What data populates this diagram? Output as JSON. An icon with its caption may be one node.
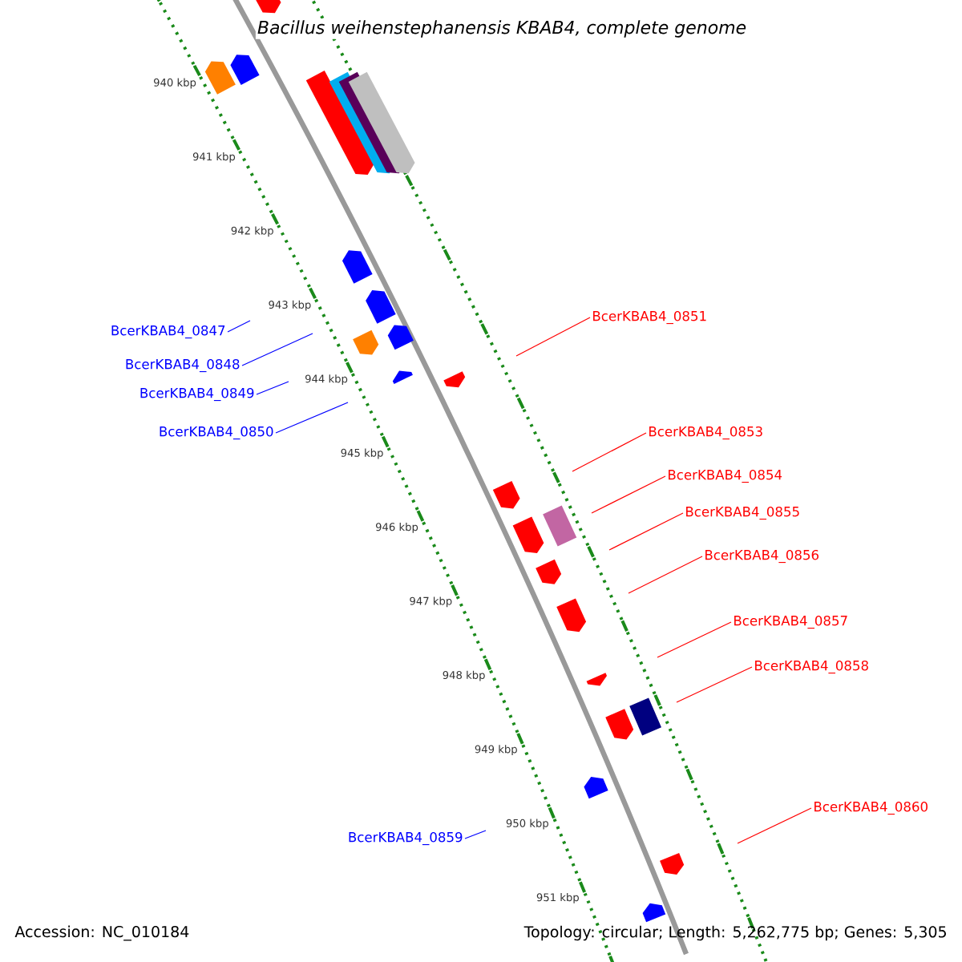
{
  "diagram": {
    "title": "Bacillus weihenstephanensis KBAB4, complete genome",
    "nodes": [
      {
        "text": [
          "BcerKBAB4_0851"
        ]
      },
      {
        "text": [
          "BcerKBAB4_0847"
        ]
      },
      {
        "text": [
          "BcerKBAB4_0848"
        ]
      },
      {
        "text": [
          "BcerKBAB4_0849"
        ]
      },
      {
        "text": [
          "BcerKBAB4_0850"
        ]
      },
      {
        "text": [
          "BcerKBAB4_0853"
        ]
      },
      {
        "text": [
          "BcerKBAB4_0854"
        ]
      },
      {
        "text": [
          "BcerKBAB4_0855"
        ]
      },
      {
        "text": [
          "BcerKBAB4_0856"
        ]
      },
      {
        "text": [
          "BcerKBAB4_0857"
        ]
      },
      {
        "text": [
          "BcerKBAB4_0858"
        ]
      },
      {
        "text": [
          "BcerKBAB4_0860"
        ]
      },
      {
        "text": [
          "BcerKBAB4_0859"
        ]
      }
    ],
    "edges": [
      {
        "from": 0,
        "to": null,
        "arrow": "none"
      },
      {
        "from": 1,
        "to": null,
        "arrow": "none",
        "color": "#0000ff"
      },
      {
        "from": 2,
        "to": null,
        "arrow": "none",
        "color": "#0000ff"
      },
      {
        "from": 3,
        "to": null,
        "arrow": "none",
        "color": "#0000ff"
      },
      {
        "from": 4,
        "to": null,
        "arrow": "none",
        "color": "#0000ff"
      },
      {
        "from": 5,
        "to": null,
        "arrow": "none"
      },
      {
        "from": 6,
        "to": null,
        "arrow": "none"
      },
      {
        "from": 7,
        "to": null,
        "arrow": "none"
      },
      {
        "from": 8,
        "to": null,
        "arrow": "none"
      },
      {
        "from": 9,
        "to": null,
        "arrow": "none"
      },
      {
        "from": 10,
        "to": null,
        "arrow": "none"
      },
      {
        "from": 11,
        "to": null,
        "arrow": "none"
      },
      {
        "from": 12,
        "to": null,
        "arrow": "none",
        "color": "#0000ff"
      }
    ],
    "labels": [
      "940 kbp",
      "941 kbp",
      "942 kbp",
      "943 kbp",
      "944 kbp",
      "945 kbp",
      "946 kbp",
      "947 kbp",
      "948 kbp",
      "949 kbp",
      "950 kbp",
      "951 kbp",
      "Accession: NC_010184",
      "Topology: circular; Length: 5,262,775 bp; Genes: 5,305"
    ]
  }
}
